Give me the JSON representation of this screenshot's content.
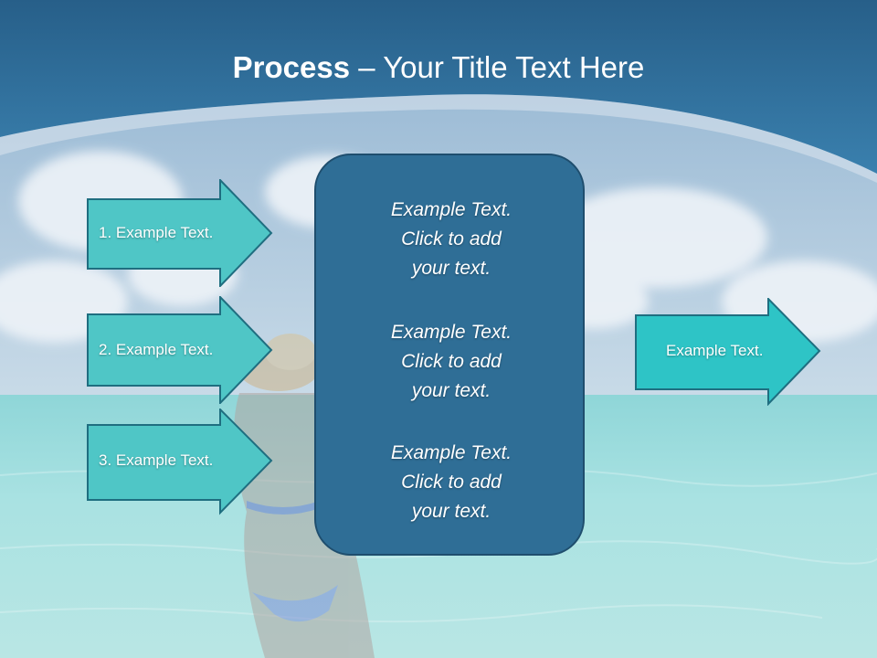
{
  "slide": {
    "title_bold": "Process",
    "title_rest": " – Your Title Text Here"
  },
  "arrows_left": [
    {
      "label": "1. Example Text."
    },
    {
      "label": "2. Example Text."
    },
    {
      "label": "3. Example Text."
    }
  ],
  "center": {
    "paragraphs": [
      {
        "line1": "Example Text.",
        "line2": "Click  to add",
        "line3": "your text."
      },
      {
        "line1": "Example Text.",
        "line2": "Click  to add",
        "line3": "your text."
      },
      {
        "line1": "Example Text.",
        "line2": "Click  to add",
        "line3": "your text."
      }
    ]
  },
  "arrow_right": {
    "label": "Example Text."
  },
  "colors": {
    "header": "#2a6a96",
    "left_arrow_fill": "#4fc6c6",
    "right_arrow_fill": "#2ec4c6",
    "center_fill": "#2f6e96",
    "sea": "#9fdcdc",
    "sky": "#b9cfe1"
  }
}
